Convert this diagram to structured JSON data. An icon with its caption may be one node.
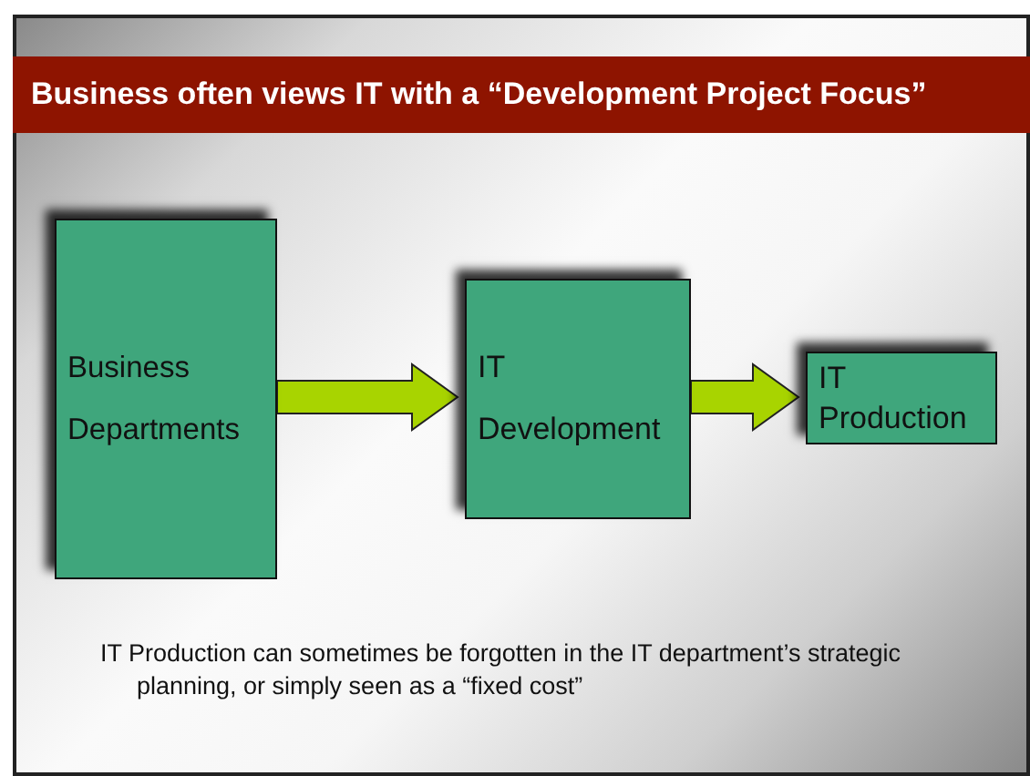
{
  "diagram": {
    "title": "Business often views IT with a “Development Project Focus”",
    "nodes": [
      {
        "text": [
          "Business Departments"
        ]
      },
      {
        "text": [
          "IT Development"
        ]
      },
      {
        "text": [
          "IT Production"
        ]
      }
    ],
    "edges": [
      {
        "from": 0,
        "to": 1,
        "arrow": "to"
      },
      {
        "from": 1,
        "to": 2,
        "arrow": "to"
      }
    ],
    "labels": [
      "IT Production can sometimes be forgotten in the IT department’s strategic planning, or simply seen as a “fixed cost”"
    ]
  }
}
